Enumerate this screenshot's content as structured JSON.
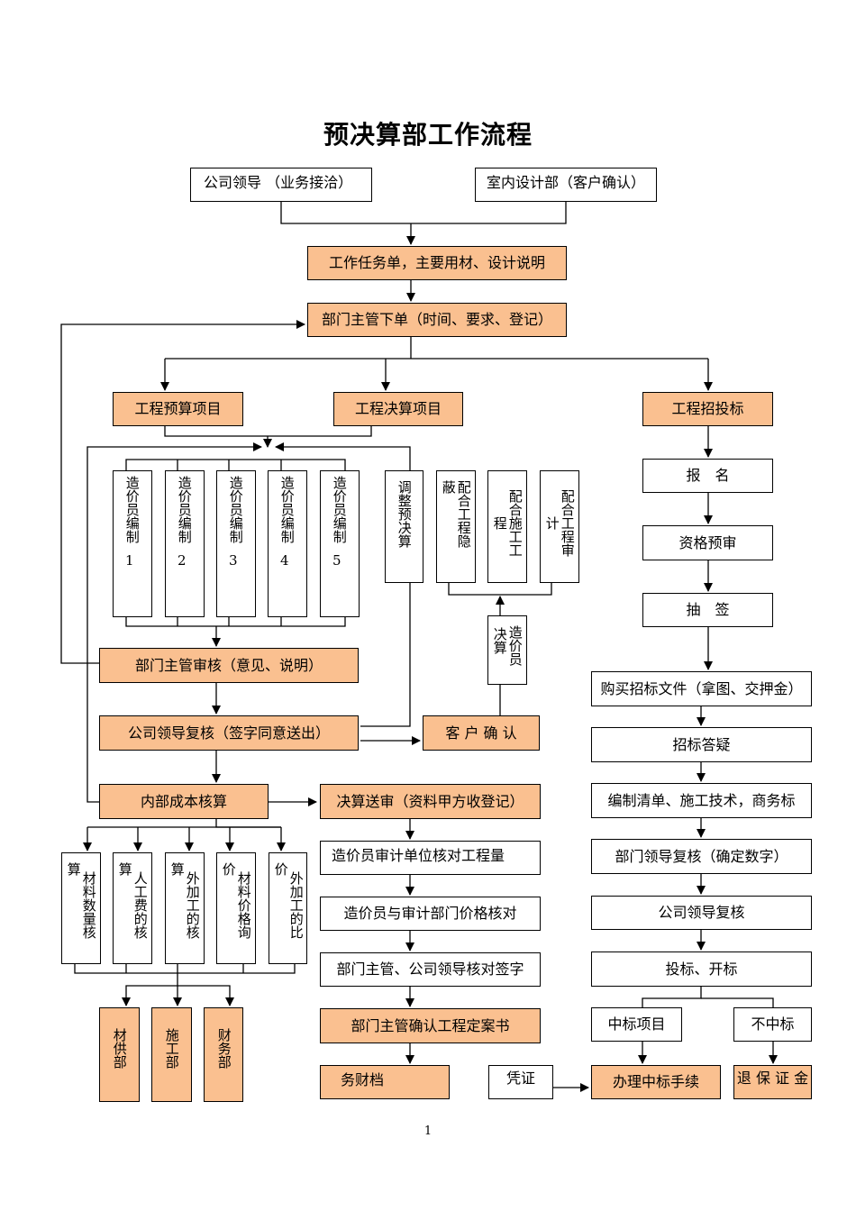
{
  "title": "预决算部工作流程",
  "page_number": "1",
  "boxes": {
    "leader": "公司领导 （业务接洽）",
    "design": "室内设计部（客户确认）",
    "task": "工作任务单，主要用材、设计说明",
    "dept_order": "部门主管下单（时间、要求、登记）",
    "budget_proj": "工程预算项目",
    "final_proj": "工程决算项目",
    "bidding": "工程招投标",
    "signup": "报　名",
    "prequal": "资格预审",
    "lottery": "抽　签",
    "buy_docs": "购买招标文件（拿图、交押金）",
    "qa": "招标答疑",
    "bill": "编制清单、施工技术，商务标",
    "dept_review_num": "部门领导复核（确定数字）",
    "co_review": "公司领导复核",
    "open_bid": "投标、开标",
    "win": "中标项目",
    "lose": "不中标",
    "voucher": "凭证",
    "win_proc": "办理中标手续",
    "refund": "退 保 证 金",
    "dept_audit": "部门主管审核（意见、说明）",
    "co_leader_review": "公司领导复核（签字同意送出）",
    "client_confirm": "客 户 确 认",
    "cost_acct": "内部成本核算",
    "final_submit": "决算送审（资料甲方收登记）",
    "audit_qty": "造价员审计单位核对工程量",
    "audit_price": "造价员与审计部门价格核对",
    "sign_off": "部门主管、公司领导核对签字",
    "confirm_book": "部门主管确认工程定案书",
    "archive": "务财档"
  },
  "vertical": {
    "editors": [
      {
        "main": "造价员编制",
        "num": "1"
      },
      {
        "main": "造价员编制",
        "num": "2"
      },
      {
        "main": "造价员编制",
        "num": "3"
      },
      {
        "main": "造价员编制",
        "num": "4"
      },
      {
        "main": "造价员编制",
        "num": "5"
      }
    ],
    "adjust": "调整预决算",
    "coord": [
      {
        "a": "蔽",
        "b": "配合工程隐"
      },
      {
        "a": "程",
        "b": "配合施工工"
      },
      {
        "a": "计",
        "b": "配合工程审"
      }
    ],
    "cost_person": {
      "a": "决算",
      "b": "造价员"
    },
    "cost_items": [
      {
        "a": "算",
        "b": "材料数量核"
      },
      {
        "a": "算",
        "b": "人工费的核"
      },
      {
        "a": "算",
        "b": "外加工的核"
      },
      {
        "a": "价",
        "b": "材料价格询"
      },
      {
        "a": "价",
        "b": "外加工的比"
      }
    ],
    "depts": [
      "材供部",
      "施工部",
      "财务部"
    ]
  },
  "colors": {
    "highlight": "#fac090",
    "line": "#000000"
  }
}
